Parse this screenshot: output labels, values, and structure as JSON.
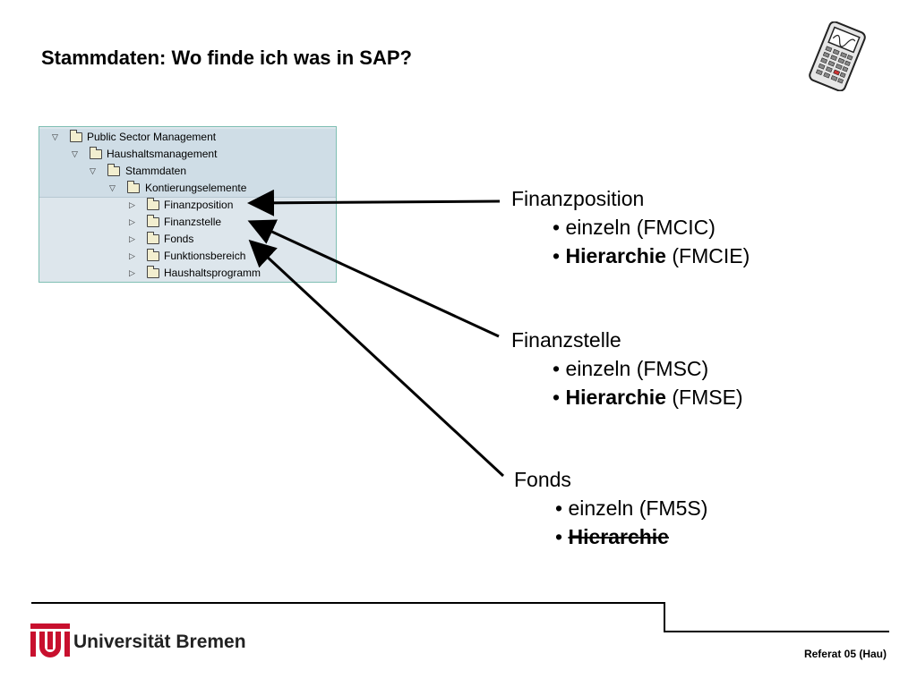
{
  "title": "Stammdaten: Wo finde ich was in SAP?",
  "tree": [
    {
      "label": "Public Sector Management",
      "expanded": true
    },
    {
      "label": "Haushaltsmanagement",
      "expanded": true
    },
    {
      "label": "Stammdaten",
      "expanded": true
    },
    {
      "label": "Kontierungselemente",
      "expanded": true
    },
    {
      "label": "Finanzposition",
      "expanded": false
    },
    {
      "label": "Finanzstelle",
      "expanded": false
    },
    {
      "label": "Fonds",
      "expanded": false
    },
    {
      "label": "Funktionsbereich",
      "expanded": false
    },
    {
      "label": "Haushaltsprogramm",
      "expanded": false
    }
  ],
  "groups": [
    {
      "head": "Finanzposition",
      "item1": "• einzeln (FMCIC)",
      "item2_bold": "Hierarchie",
      "item2_rest": " (FMCIE)"
    },
    {
      "head": "Finanzstelle",
      "item1": "• einzeln (FMSC)",
      "item2_bold": "Hierarchie",
      "item2_rest": " (FMSE)"
    },
    {
      "head": "Fonds",
      "item1": "• einzeln (FM5S)",
      "item2_bold": "Hierarchie",
      "item2_rest": ""
    }
  ],
  "bullet": "• ",
  "university": "Universität Bremen",
  "footer": "Referat 05 (Hau)",
  "colors": {
    "logo_red": "#c8102e",
    "tree_border": "#7fbfb3",
    "tree_bg": "#dde6ec"
  },
  "icons": {
    "calculator": "calculator-icon",
    "folder": "folder-icon",
    "expand": "triangle-icon"
  }
}
